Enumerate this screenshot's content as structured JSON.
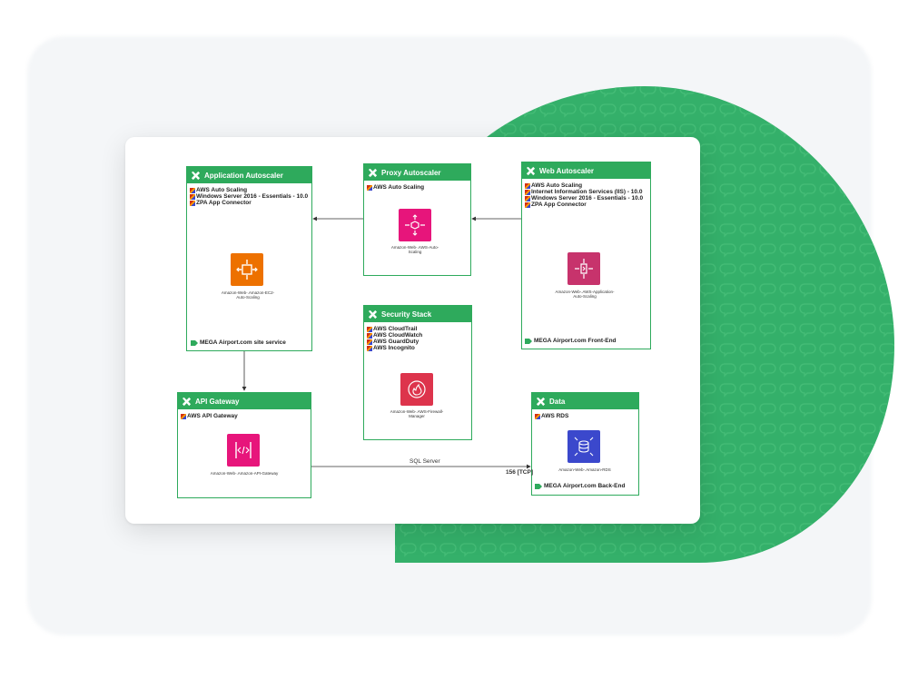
{
  "colors": {
    "green": "#2eaa5c",
    "blob": "#34b06a",
    "orange": "#ed7100",
    "pink": "#e7157b",
    "magenta": "#c7336c",
    "red": "#dd344c",
    "blue": "#3b48cc"
  },
  "boxes": {
    "app": {
      "title": "Application Autoscaler",
      "items": [
        "AWS Auto Scaling",
        "Windows Server 2016 - Essentials - 10.0",
        "ZPA App Connector"
      ],
      "service_label": "Amazon-Web-.Amazon-EC2-Auto-Scaling",
      "footer": "MEGA Airport.com site service"
    },
    "proxy": {
      "title": "Proxy Autoscaler",
      "items": [
        "AWS Auto Scaling"
      ],
      "service_label": "Amazon-Web-.AWS-Auto-Scaling"
    },
    "web": {
      "title": "Web Autoscaler",
      "items": [
        "AWS Auto Scaling",
        "Internet Information Services (IIS) - 10.0",
        "Windows Server 2016 - Essentials - 10.0",
        "ZPA App Connector"
      ],
      "service_label": "Amazon-Web-.AWS-Application-Auto-Scaling",
      "footer": "MEGA Airport.com Front-End"
    },
    "security": {
      "title": "Security Stack",
      "items": [
        "AWS CloudTrail",
        "AWS CloudWatch",
        "AWS GuardDuty",
        "AWS Incognito"
      ],
      "service_label": "Amazon-Web-.AWS-Firewall-Manager"
    },
    "api": {
      "title": "API Gateway",
      "items": [
        "AWS API Gateway"
      ],
      "service_label": "Amazon-Web-.Amazon-API-Gateway"
    },
    "data": {
      "title": "Data",
      "items": [
        "AWS RDS"
      ],
      "service_label": "Amazon-Web-.Amazon-RDS",
      "footer": "MEGA Airport.com Back-End"
    }
  },
  "edges": {
    "sql_label": "SQL Server",
    "port_label": "156 [TCP]"
  }
}
